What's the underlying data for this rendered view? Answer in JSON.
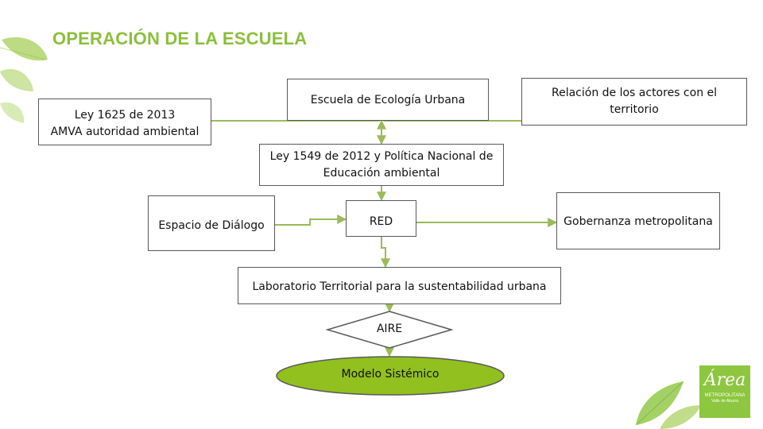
{
  "title": "OPERACIÓN DE LA ESCUELA",
  "nodes": {
    "escuela": "Escuela de Ecología Urbana",
    "relacion": "Relación de los actores con el territorio",
    "ley1625": "Ley 1625 de 2013\nAMVA  autoridad ambiental",
    "ley1549": "Ley 1549 de 2012 y Política Nacional de Educación ambiental",
    "espacio": "Espacio de Diálogo",
    "red": "RED",
    "gobernanza": "Gobernanza metropolitana",
    "laboratorio": "Laboratorio Territorial para la sustentabilidad urbana",
    "aire": "AIRE",
    "modelo": "Modelo Sistémico"
  },
  "logo": {
    "name": "Área",
    "line1": "METROPOLITANA",
    "line2": "Valle de Aburrá"
  },
  "colors": {
    "accent": "#8bbf3c",
    "connector": "#9bbb59",
    "ellipse": "#92c01f",
    "border": "#595959"
  }
}
